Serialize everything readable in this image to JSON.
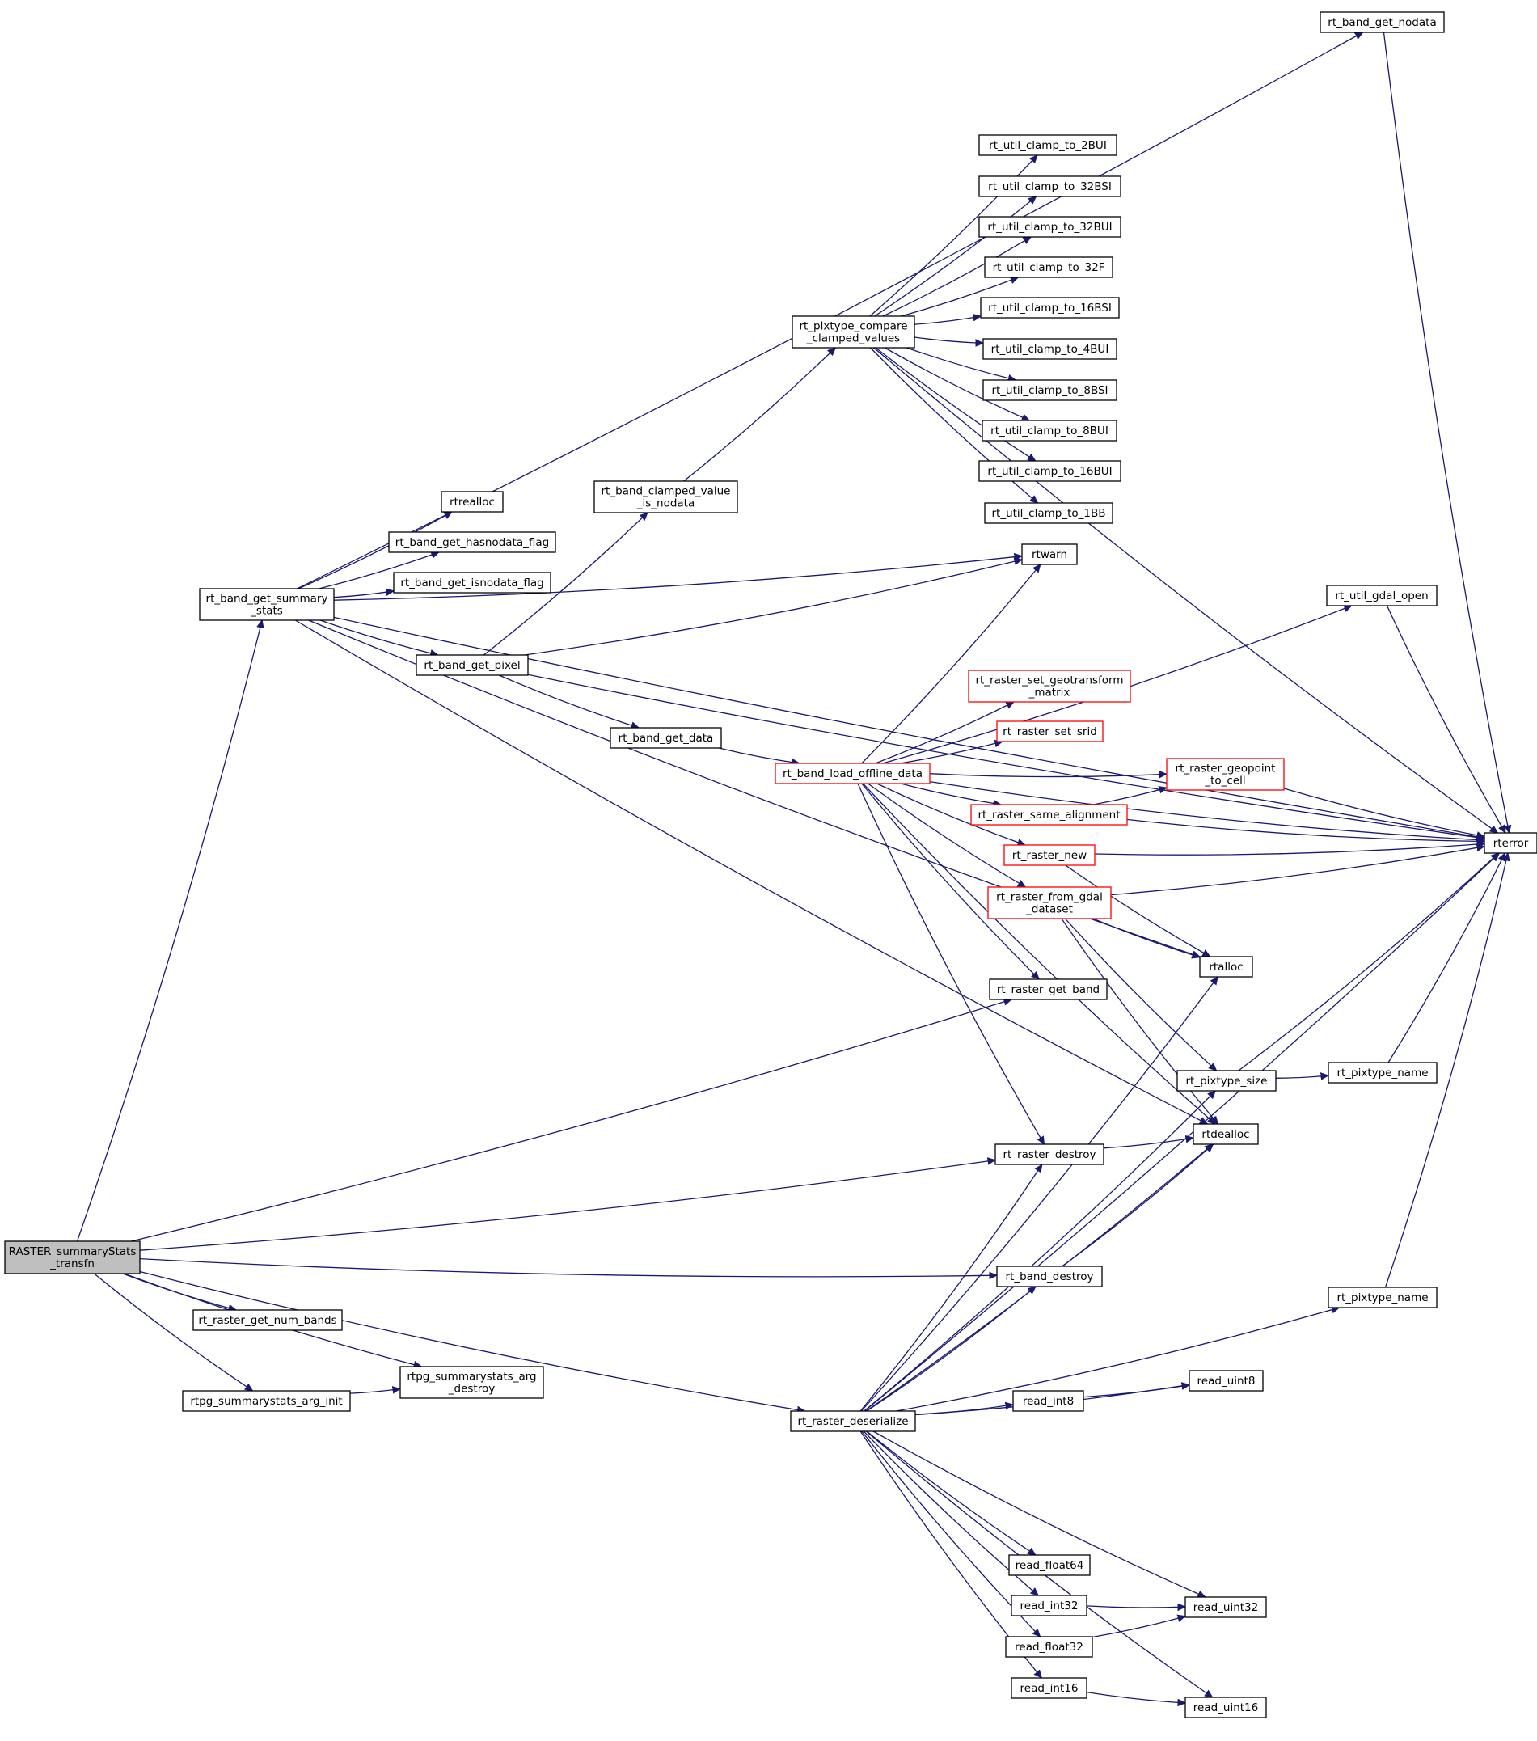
{
  "colors": {
    "edge": "#191970",
    "node_border": "#000000",
    "truncated_border": "#ff0000",
    "root_fill": "#bfbfbf",
    "node_fill": "#ffffff",
    "text": "#000000"
  },
  "nodes": {
    "root": {
      "label": [
        "RASTER_summaryStats",
        "_transfn"
      ],
      "style": "root"
    },
    "summary_stats": {
      "label": [
        "rt_band_get_summary",
        "_stats"
      ],
      "style": "normal"
    },
    "get_num_bands": {
      "label": [
        "rt_raster_get_num_bands"
      ],
      "style": "normal"
    },
    "arg_init": {
      "label": [
        "rtpg_summarystats_arg_init"
      ],
      "style": "normal"
    },
    "arg_destroy": {
      "label": [
        "rtpg_summarystats_arg",
        "_destroy"
      ],
      "style": "normal"
    },
    "deserialize": {
      "label": [
        "rt_raster_deserialize"
      ],
      "style": "normal"
    },
    "get_nodata": {
      "label": [
        "rt_band_get_nodata"
      ],
      "style": "normal"
    },
    "rtrealloc": {
      "label": [
        "rtrealloc"
      ],
      "style": "normal"
    },
    "hasnodata": {
      "label": [
        "rt_band_get_hasnodata_flag"
      ],
      "style": "normal"
    },
    "isnodata": {
      "label": [
        "rt_band_get_isnodata_flag"
      ],
      "style": "normal"
    },
    "get_pixel": {
      "label": [
        "rt_band_get_pixel"
      ],
      "style": "normal"
    },
    "clamped_nodata": {
      "label": [
        "rt_band_clamped_value",
        "_is_nodata"
      ],
      "style": "normal"
    },
    "get_data": {
      "label": [
        "rt_band_get_data"
      ],
      "style": "normal"
    },
    "compare_clamped": {
      "label": [
        "rt_pixtype_compare",
        "_clamped_values"
      ],
      "style": "normal"
    },
    "load_offline": {
      "label": [
        "rt_band_load_offline_data"
      ],
      "style": "truncated"
    },
    "c_2bui": {
      "label": [
        "rt_util_clamp_to_2BUI"
      ],
      "style": "normal"
    },
    "c_32bsi": {
      "label": [
        "rt_util_clamp_to_32BSI"
      ],
      "style": "normal"
    },
    "c_32bui": {
      "label": [
        "rt_util_clamp_to_32BUI"
      ],
      "style": "normal"
    },
    "c_32f": {
      "label": [
        "rt_util_clamp_to_32F"
      ],
      "style": "normal"
    },
    "c_16bsi": {
      "label": [
        "rt_util_clamp_to_16BSI"
      ],
      "style": "normal"
    },
    "c_4bui": {
      "label": [
        "rt_util_clamp_to_4BUI"
      ],
      "style": "normal"
    },
    "c_8bsi": {
      "label": [
        "rt_util_clamp_to_8BSI"
      ],
      "style": "normal"
    },
    "c_8bui": {
      "label": [
        "rt_util_clamp_to_8BUI"
      ],
      "style": "normal"
    },
    "c_16bui": {
      "label": [
        "rt_util_clamp_to_16BUI"
      ],
      "style": "normal"
    },
    "c_1bb": {
      "label": [
        "rt_util_clamp_to_1BB"
      ],
      "style": "normal"
    },
    "rtwarn": {
      "label": [
        "rtwarn"
      ],
      "style": "normal"
    },
    "geotransform": {
      "label": [
        "rt_raster_set_geotransform",
        "_matrix"
      ],
      "style": "truncated"
    },
    "set_srid": {
      "label": [
        "rt_raster_set_srid"
      ],
      "style": "truncated"
    },
    "same_alignment": {
      "label": [
        "rt_raster_same_alignment"
      ],
      "style": "truncated"
    },
    "raster_new": {
      "label": [
        "rt_raster_new"
      ],
      "style": "truncated"
    },
    "from_gdal": {
      "label": [
        "rt_raster_from_gdal",
        "_dataset"
      ],
      "style": "truncated"
    },
    "get_band": {
      "label": [
        "rt_raster_get_band"
      ],
      "style": "normal"
    },
    "raster_destroy": {
      "label": [
        "rt_raster_destroy"
      ],
      "style": "normal"
    },
    "band_destroy": {
      "label": [
        "rt_band_destroy"
      ],
      "style": "normal"
    },
    "gdal_open": {
      "label": [
        "rt_util_gdal_open"
      ],
      "style": "normal"
    },
    "geopoint": {
      "label": [
        "rt_raster_geopoint",
        "_to_cell"
      ],
      "style": "truncated"
    },
    "rtalloc": {
      "label": [
        "rtalloc"
      ],
      "style": "normal"
    },
    "pixtype_size": {
      "label": [
        "rt_pixtype_size"
      ],
      "style": "normal"
    },
    "rtdealloc": {
      "label": [
        "rtdealloc"
      ],
      "style": "normal"
    },
    "pixtype_name1": {
      "label": [
        "rt_pixtype_name"
      ],
      "style": "normal"
    },
    "pixtype_name2": {
      "label": [
        "rt_pixtype_name"
      ],
      "style": "normal"
    },
    "rterror": {
      "label": [
        "rterror"
      ],
      "style": "normal"
    },
    "read_uint8": {
      "label": [
        "read_uint8"
      ],
      "style": "normal"
    },
    "read_int8": {
      "label": [
        "read_int8"
      ],
      "style": "normal"
    },
    "read_float64": {
      "label": [
        "read_float64"
      ],
      "style": "normal"
    },
    "read_int32": {
      "label": [
        "read_int32"
      ],
      "style": "normal"
    },
    "read_float32": {
      "label": [
        "read_float32"
      ],
      "style": "normal"
    },
    "read_int16": {
      "label": [
        "read_int16"
      ],
      "style": "normal"
    },
    "read_uint32": {
      "label": [
        "read_uint32"
      ],
      "style": "normal"
    },
    "read_uint16": {
      "label": [
        "read_uint16"
      ],
      "style": "normal"
    }
  },
  "edges": [
    [
      "root",
      "summary_stats"
    ],
    [
      "root",
      "get_num_bands"
    ],
    [
      "root",
      "arg_init"
    ],
    [
      "root",
      "arg_destroy"
    ],
    [
      "root",
      "deserialize"
    ],
    [
      "root",
      "get_band"
    ],
    [
      "root",
      "raster_destroy"
    ],
    [
      "root",
      "band_destroy"
    ],
    [
      "arg_init",
      "arg_destroy"
    ],
    [
      "summary_stats",
      "get_nodata"
    ],
    [
      "summary_stats",
      "rterror"
    ],
    [
      "summary_stats",
      "rtrealloc"
    ],
    [
      "summary_stats",
      "hasnodata"
    ],
    [
      "summary_stats",
      "isnodata"
    ],
    [
      "summary_stats",
      "get_pixel"
    ],
    [
      "summary_stats",
      "rtwarn"
    ],
    [
      "summary_stats",
      "rtalloc"
    ],
    [
      "summary_stats",
      "rtdealloc"
    ],
    [
      "get_nodata",
      "rterror"
    ],
    [
      "get_pixel",
      "clamped_nodata"
    ],
    [
      "get_pixel",
      "get_data"
    ],
    [
      "get_pixel",
      "rtwarn"
    ],
    [
      "get_pixel",
      "rterror"
    ],
    [
      "clamped_nodata",
      "compare_clamped"
    ],
    [
      "compare_clamped",
      "c_2bui"
    ],
    [
      "compare_clamped",
      "c_32bsi"
    ],
    [
      "compare_clamped",
      "c_32bui"
    ],
    [
      "compare_clamped",
      "c_32f"
    ],
    [
      "compare_clamped",
      "c_16bsi"
    ],
    [
      "compare_clamped",
      "c_4bui"
    ],
    [
      "compare_clamped",
      "c_8bsi"
    ],
    [
      "compare_clamped",
      "c_8bui"
    ],
    [
      "compare_clamped",
      "c_16bui"
    ],
    [
      "compare_clamped",
      "c_1bb"
    ],
    [
      "compare_clamped",
      "rterror"
    ],
    [
      "get_data",
      "load_offline"
    ],
    [
      "load_offline",
      "rtwarn"
    ],
    [
      "load_offline",
      "gdal_open"
    ],
    [
      "load_offline",
      "rterror"
    ],
    [
      "load_offline",
      "geotransform"
    ],
    [
      "load_offline",
      "set_srid"
    ],
    [
      "load_offline",
      "geopoint"
    ],
    [
      "load_offline",
      "same_alignment"
    ],
    [
      "load_offline",
      "raster_new"
    ],
    [
      "load_offline",
      "from_gdal"
    ],
    [
      "load_offline",
      "get_band"
    ],
    [
      "load_offline",
      "raster_destroy"
    ],
    [
      "load_offline",
      "rtdealloc"
    ],
    [
      "gdal_open",
      "rterror"
    ],
    [
      "geopoint",
      "rterror"
    ],
    [
      "same_alignment",
      "geopoint"
    ],
    [
      "same_alignment",
      "rterror"
    ],
    [
      "raster_new",
      "rterror"
    ],
    [
      "raster_new",
      "rtalloc"
    ],
    [
      "from_gdal",
      "rterror"
    ],
    [
      "from_gdal",
      "rtalloc"
    ],
    [
      "from_gdal",
      "pixtype_size"
    ],
    [
      "from_gdal",
      "rtdealloc"
    ],
    [
      "pixtype_size",
      "pixtype_name1"
    ],
    [
      "pixtype_size",
      "rterror"
    ],
    [
      "pixtype_name1",
      "rterror"
    ],
    [
      "raster_destroy",
      "rtdealloc"
    ],
    [
      "band_destroy",
      "rtdealloc"
    ],
    [
      "deserialize",
      "raster_destroy"
    ],
    [
      "deserialize",
      "rtalloc"
    ],
    [
      "deserialize",
      "pixtype_size"
    ],
    [
      "deserialize",
      "band_destroy"
    ],
    [
      "deserialize",
      "rtdealloc"
    ],
    [
      "deserialize",
      "read_uint8"
    ],
    [
      "deserialize",
      "read_int8"
    ],
    [
      "deserialize",
      "pixtype_name2"
    ],
    [
      "deserialize",
      "rterror"
    ],
    [
      "deserialize",
      "read_float64"
    ],
    [
      "deserialize",
      "read_uint32"
    ],
    [
      "deserialize",
      "read_int32"
    ],
    [
      "deserialize",
      "read_float32"
    ],
    [
      "deserialize",
      "read_int16"
    ],
    [
      "deserialize",
      "read_uint16"
    ],
    [
      "read_int8",
      "read_uint8"
    ],
    [
      "read_int32",
      "read_uint32"
    ],
    [
      "read_float32",
      "read_uint32"
    ],
    [
      "read_int16",
      "read_uint16"
    ],
    [
      "pixtype_name2",
      "rterror"
    ]
  ]
}
